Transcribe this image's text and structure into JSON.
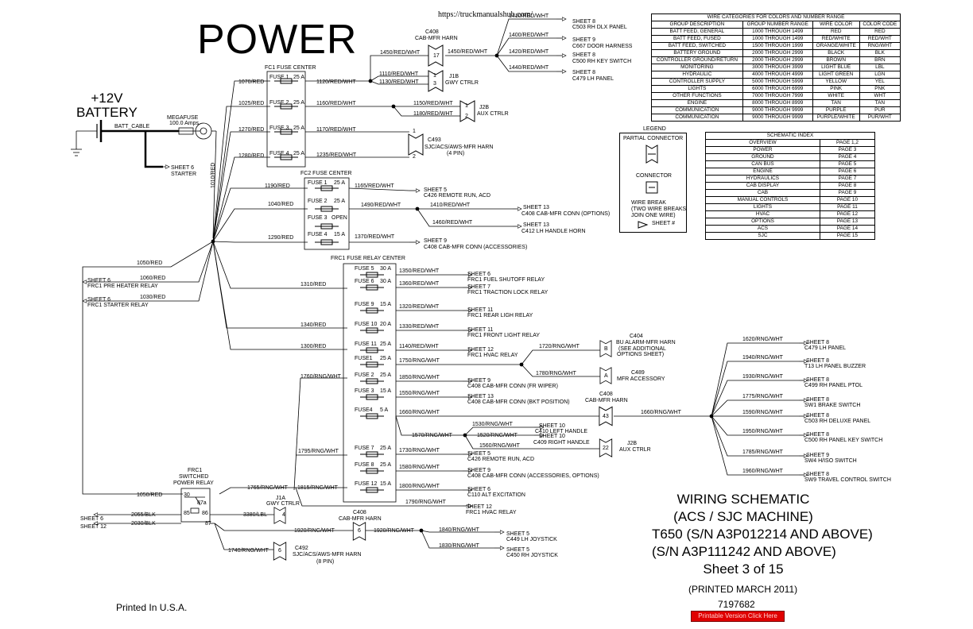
{
  "page": {
    "title": "POWER",
    "url": "https://truckmanualshub.com/",
    "battery_label": [
      "+12V",
      "BATTERY"
    ],
    "printed_in": "Printed In U.S.A.",
    "printed_date": "(PRINTED MARCH 2011)",
    "doc_number": "7197682",
    "printable_link": "Printable Version Click Here"
  },
  "title_block": {
    "lines": [
      "WIRING SCHEMATIC",
      "(ACS / SJC MACHINE)",
      "T650 (S/N A3P012214 AND ABOVE)",
      "(S/N A3P111242 AND ABOVE)",
      "Sheet 3 of 15"
    ]
  },
  "wire_categories": {
    "title": "WIRE CATEGORIES FOR COLORS AND NUMBER RANGE",
    "headers": [
      "GROUP DESCRIPTION",
      "GROUP NUMBER RANGE",
      "WIRE COLOR",
      "COLOR CODE"
    ],
    "rows": [
      [
        "BATT FEED, GENERAL",
        "1000 THROUGH 1499",
        "RED",
        "RED"
      ],
      [
        "BATT FEED, FUSED",
        "1000 THROUGH 1499",
        "RED/WHITE",
        "RED/WHT"
      ],
      [
        "BATT FEED, SWITCHED",
        "1500 THROUGH 1999",
        "ORANGE/WHITE",
        "RNG/WHT"
      ],
      [
        "BATTERY GROUND",
        "2000 THROUGH 2999",
        "BLACK",
        "BLK"
      ],
      [
        "CONTROLLER GROUND/RETURN",
        "2000 THROUGH 2999",
        "BROWN",
        "BRN"
      ],
      [
        "MONITORING",
        "3000 THROUGH 3999",
        "LIGHT BLUE",
        "LBL"
      ],
      [
        "HYDRAULIC",
        "4000 THROUGH 4999",
        "LIGHT GREEN",
        "LGN"
      ],
      [
        "CONTROLLER SUPPLY",
        "5000 THROUGH 5999",
        "YELLOW",
        "YEL"
      ],
      [
        "LIGHTS",
        "6000 THROUGH 6999",
        "PINK",
        "PNK"
      ],
      [
        "OTHER FUNCTIONS",
        "7000 THROUGH 7999",
        "WHITE",
        "WHT"
      ],
      [
        "ENGINE",
        "8000 THROUGH 8999",
        "TAN",
        "TAN"
      ],
      [
        "COMMUNICATION",
        "9000 THROUGH 9999",
        "PURPLE",
        "PUR"
      ],
      [
        "COMMUNICATION",
        "9000 THROUGH 9999",
        "PURPLE/WHITE",
        "PUR/WHT"
      ]
    ]
  },
  "schematic_index": {
    "title": "SCHEMATIC INDEX",
    "rows": [
      [
        "OVERVIEW",
        "PAGE 1,2"
      ],
      [
        "POWER",
        "PAGE 3"
      ],
      [
        "GROUND",
        "PAGE 4"
      ],
      [
        "CAN BUS",
        "PAGE 5"
      ],
      [
        "ENGINE",
        "PAGE 6"
      ],
      [
        "HYDRAULICS",
        "PAGE 7"
      ],
      [
        "CAB DISPLAY",
        "PAGE 8"
      ],
      [
        "CAB",
        "PAGE 9"
      ],
      [
        "MANUAL CONTROLS",
        "PAGE 10"
      ],
      [
        "LIGHTS",
        "PAGE 11"
      ],
      [
        "HVAC",
        "PAGE 12"
      ],
      [
        "OPTIONS",
        "PAGE 13"
      ],
      [
        "ACS",
        "PAGE 14"
      ],
      [
        "SJC",
        "PAGE 15"
      ]
    ]
  },
  "legend": {
    "title": "LEGEND",
    "partial_connector": "PARTIAL CONNECTOR",
    "connector": "CONNECTOR",
    "wire_break": [
      "WIRE BREAK",
      "(TWO WIRE BREAKS",
      "JOIN ONE WIRE)"
    ],
    "sheet": "SHEET #"
  },
  "battery_section": {
    "batt_cable": "BATT_CABLE",
    "megafuse": [
      "MEGAFUSE",
      "100.0 Amps"
    ],
    "sheet6_starter": [
      "SHEET 6",
      "STARTER"
    ],
    "w1010": "1010/RED"
  },
  "fc1": {
    "title": "FC1 FUSE CENTER",
    "fuses": [
      {
        "name": "FUSE 1",
        "amp": "25 A",
        "in": "1070/RED",
        "out": "1120/RED/WHT"
      },
      {
        "name": "FUSE 2",
        "amp": "25 A",
        "in": "1025/RED",
        "out": "1160/RED/WHT"
      },
      {
        "name": "FUSE 3",
        "amp": "25 A",
        "in": "1270/RED",
        "out": "1170/RED/WHT"
      },
      {
        "name": "FUSE 4",
        "amp": "25 A",
        "in": "1280/RED",
        "out": "1235/RED/WHT"
      }
    ]
  },
  "top_right": {
    "c408": [
      "C408",
      "CAB-MFR HARN"
    ],
    "w1450a": "1450/RED/WHT",
    "w1450b": "1450/RED/WHT",
    "pin17": "17",
    "w1110": "1110/RED/WHT",
    "w1130": "1130/RED/WHT",
    "j1b": [
      "J1B",
      "GWY CTRLR"
    ],
    "pin1": "1",
    "pin3": "3",
    "w1410": "1410/RED/WHT",
    "w1400": "1400/RED/WHT",
    "w1420": "1420/RED/WHT",
    "w1440": "1440/RED/WHT",
    "dest": [
      [
        "SHEET 8",
        "C503 RH DLX PANEL"
      ],
      [
        "SHEET 9",
        "C667 DOOR HARNESS"
      ],
      [
        "SHEET 8",
        "C500 RH KEY SWITCH"
      ],
      [
        "SHEET 8",
        "C479 LH PANEL"
      ]
    ],
    "w1150": "1150/RED/WHT",
    "w1180": "1180/RED/WHT",
    "j2b": [
      "J2B",
      "AUX CTRLR"
    ],
    "pin2": "2",
    "c493": [
      "C493",
      "SJC/ACS/AWS-MFR HARN",
      "(4 PIN)"
    ]
  },
  "fc2": {
    "title": "FC2 FUSE CENTER",
    "fuses": [
      {
        "name": "FUSE 1",
        "amp": "25 A",
        "in": "1190/RED",
        "out": "1165/RED/WHT"
      },
      {
        "name": "FUSE 2",
        "amp": "25 A",
        "in": "1040/RED",
        "out": "1490/RED/WHT"
      },
      {
        "name": "FUSE 3",
        "amp": "OPEN",
        "in": "",
        "out": ""
      },
      {
        "name": "FUSE 4",
        "amp": "15 A",
        "in": "1290/RED",
        "out": "1370/RED/WHT"
      }
    ],
    "w1410": "1410/RED/WHT",
    "w1460": "1460/RED/WHT",
    "dest": [
      [
        "SHEET 5",
        "C426 REMOTE RUN, ACD"
      ],
      [
        "SHEET 13",
        "C408 CAB-MFR CONN (OPTIONS)"
      ],
      [
        "SHEET 13",
        "C412 LH HANDLE HORN"
      ],
      [
        "SHEET 9",
        "C408 CAB-MFR CONN (ACCESSORIES)"
      ]
    ]
  },
  "left_feeds": {
    "w1050": "1050/RED",
    "w1060": "1060/RED",
    "w1030": "1030/RED",
    "s6_preheater": [
      "SHEET 6",
      "FRC1 PRE HEATER RELAY"
    ],
    "s6_starter_relay": [
      "SHEET 6",
      "FRC1 STARTER RELAY"
    ],
    "w1310": "1310/RED",
    "w1340": "1340/RED",
    "w1300": "1300/RED",
    "w1760": "1760/RNG/WHT",
    "w1795": "1795/RNG/WHT"
  },
  "frc1": {
    "title": "FRC1 FUSE RELAY CENTER",
    "rows": [
      {
        "name": "FUSE 5",
        "amp": "30 A",
        "out": "1350/RED/WHT",
        "dest": [
          "SHEET 6",
          "FRC1 FUEL SHUTOFF RELAY"
        ]
      },
      {
        "name": "FUSE 6",
        "amp": "30 A",
        "out": "1360/RED/WHT",
        "dest": [
          "SHEET 7",
          "FRC1 TRACTION LOCK RELAY"
        ]
      },
      {
        "name": "FUSE 9",
        "amp": "15 A",
        "out": "1320/RED/WHT",
        "dest": [
          "SHEET 11",
          "FRC1 REAR LIGH RELAY"
        ]
      },
      {
        "name": "FUSE 10",
        "amp": "20 A",
        "out": "1330/RED/WHT",
        "dest": [
          "SHEET 11",
          "FRC1 FRONT LIGHT RELAY"
        ]
      },
      {
        "name": "FUSE 11",
        "amp": "25 A",
        "out": "1140/RED/WHT",
        "dest": [
          "SHEET 12",
          "FRC1 HVAC RELAY"
        ]
      },
      {
        "name": "FUSE1",
        "amp": "25 A",
        "out": "1750/RNG/WHT",
        "dest": []
      },
      {
        "name": "FUSE 2",
        "amp": "25 A",
        "out": "1850/RNG/WHT",
        "dest": [
          "SHEET 9",
          "C408 CAB-MFR CONN (FR WIPER)"
        ]
      },
      {
        "name": "FUSE 3",
        "amp": "15 A",
        "out": "1550/RNG/WHT",
        "dest": [
          "SHEET 13",
          "C408 CAB-MFR CONN (BKT POSITION)"
        ]
      },
      {
        "name": "FUSE4",
        "amp": "5 A",
        "out": "1660/RNG/WHT",
        "dest": []
      },
      {
        "name": "FUSE 7",
        "amp": "25 A",
        "out": "1730/RNG/WHT",
        "dest": [
          "SHEET 5",
          "C426 REMOTE RUN, ACD"
        ]
      },
      {
        "name": "FUSE 8",
        "amp": "25 A",
        "out": "1580/RNG/WHT",
        "dest": [
          "SHEET 9",
          "C408 CAB-MFR CONN (ACCESSORIES, OPTIONS)"
        ]
      },
      {
        "name": "FUSE 12",
        "amp": "15 A",
        "out": "1800/RNG/WHT",
        "dest": [
          "SHEET 6",
          "C110 ALT EXCITATION"
        ]
      }
    ],
    "w1790": "1790/RNG/WHT",
    "d1790": [
      "SHEET 12",
      "FRC1 HVAC RELAY"
    ],
    "w1720": "1720/RNG/WHT",
    "w1780": "1780/RNG/WHT",
    "c404": [
      "C404",
      "BU ALARM-MFR HARN",
      "(SEE ADDITIONAL",
      "OPTIONS SHEET)"
    ],
    "pinB": "B",
    "c489": [
      "C489",
      "MFR ACCESSORY"
    ],
    "pinA": "A",
    "c408b": [
      "C408",
      "CAB-MFR HARN"
    ],
    "pin43": "43",
    "w1570": "1570/RNG/WHT",
    "w1530": "1530/RNG/WHT",
    "w1520": "1520/RNG/WHT",
    "w1560": "1560/RNG/WHT",
    "d1530": [
      "SHEET 10",
      "C410 LEFT HANDLE"
    ],
    "d1520": [
      "SHEET 10",
      "C409 RIGHT HANDLE"
    ],
    "j2b": [
      "J2B",
      "AUX CTRLR"
    ],
    "pin22": "22",
    "w1660b": "1660/RNG/WHT"
  },
  "right_fanout": [
    {
      "wire": "1620/RNG/WHT",
      "dest": [
        "SHEET 8",
        "C479 LH PANEL"
      ]
    },
    {
      "wire": "1940/RNG/WHT",
      "dest": [
        "SHEET 8",
        "T13 LH PANEL BUZZER"
      ]
    },
    {
      "wire": "1930/RNG/WHT",
      "dest": [
        "SHEET 8",
        "C499 RH PANEL PTOL"
      ]
    },
    {
      "wire": "1775/RNG/WHT",
      "dest": [
        "SHEET 8",
        "SW1 BRAKE SWITCH"
      ]
    },
    {
      "wire": "1590/RNG/WHT",
      "dest": [
        "SHEET 8",
        "C503 RH DELUXE PANEL"
      ]
    },
    {
      "wire": "1950/RNG/WHT",
      "dest": [
        "SHEET 8",
        "C500 RH PANEL KEY SWITCH"
      ]
    },
    {
      "wire": "1785/RNG/WHT",
      "dest": [
        "SHEET 9",
        "SW4 H/ISO SWITCH"
      ]
    },
    {
      "wire": "1960/RNG/WHT",
      "dest": [
        "SHEET 8",
        "SW9 TRAVEL CONTROL SWITCH"
      ]
    }
  ],
  "relay_section": {
    "frc1_relay": [
      "FRC1",
      "SWITCHED",
      "POWER RELAY"
    ],
    "pins": [
      "30",
      "87a",
      "85",
      "86",
      "87"
    ],
    "w1050": "1050/RED",
    "w1765": "1765/RNG/WHT",
    "w1815": "1815/RNG/WHT",
    "w2055": "2055/BLK",
    "w2030": "2030/BLK",
    "s6": "SHEET 6",
    "s12": "SHEET 12",
    "w3380": "3380/LBL",
    "j1a": [
      "J1A",
      "GWY CTRLR"
    ],
    "pin4": "4",
    "c408c": [
      "C408",
      "CAB-MFR HARN"
    ],
    "pin6": "6",
    "w1920a": "1920/RNG/WHT",
    "w1920b": "1920/RNG/WHT",
    "w1840": "1840/RNG/WHT",
    "w1830": "1830/RNG/WHT",
    "d1840": [
      "SHEET 5",
      "C449 LH JOYSTICK"
    ],
    "d1830": [
      "SHEET 5",
      "C450 RH JOYSTICK"
    ],
    "w1740": "1740/RNG/WHT",
    "c492": [
      "C492",
      "SJC/ACS/AWS-MFR HARN",
      "(8 PIN)"
    ],
    "pin6b": "6"
  }
}
